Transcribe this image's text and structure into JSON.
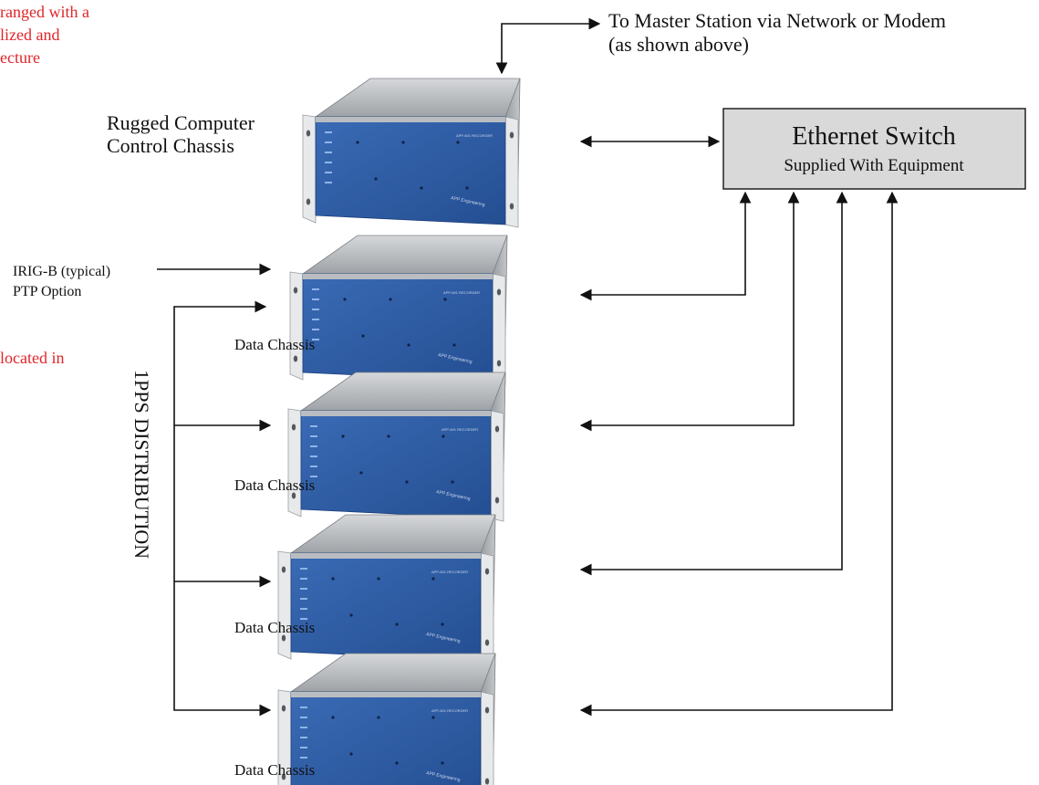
{
  "red_note_top": [
    "ranged with a",
    "lized and",
    "ecture"
  ],
  "red_note_mid": "located in",
  "master_station": {
    "line1": "To Master Station via Network or Modem",
    "line2": "(as shown above)"
  },
  "control_chassis": {
    "line1": "Rugged Computer",
    "line2": "Control Chassis"
  },
  "ethernet_switch": {
    "title": "Ethernet Switch",
    "subtitle": "Supplied With Equipment"
  },
  "irig": {
    "line1": "IRIG-B (typical)",
    "line2": "PTP Option"
  },
  "distribution_label": "1PPS  DISTRIBUTION",
  "data_chassis": [
    {
      "label": "Data Chassis"
    },
    {
      "label": "Data Chassis"
    },
    {
      "label": "Data Chassis"
    },
    {
      "label": "Data Chassis"
    }
  ],
  "chassis_brand": "APP Engineering",
  "chassis_model": "APP-601 RECORDER",
  "colors": {
    "panel_blue": "#2f5ea8",
    "switch_fill": "#d9d9d9",
    "red_text": "#e0252a"
  }
}
